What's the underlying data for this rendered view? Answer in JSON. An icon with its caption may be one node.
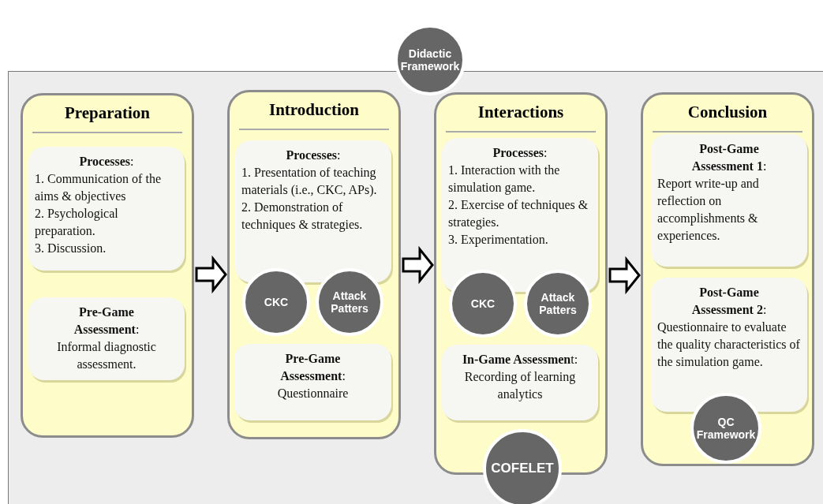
{
  "diagram": {
    "nodes": [
      {
        "text": [
          "Didactic Framework"
        ]
      },
      {
        "text": [
          "Preparation"
        ]
      },
      {
        "text": [
          "**Processes**:",
          "1. Communication of the aims & objectives",
          "2. Psychological preparation.",
          "3. Discussion."
        ],
        "in": 1
      },
      {
        "text": [
          "**Pre-Game Assessment**:",
          "Informal diagnostic assessment."
        ],
        "in": 1
      },
      {
        "text": [
          "Introduction"
        ]
      },
      {
        "text": [
          "**Processes**:",
          "1. Presentation of teaching materials (i.e., CKC, APs).",
          "2. Demonstration of techniques & strategies."
        ],
        "in": 4
      },
      {
        "text": [
          "CKC"
        ],
        "in": 4
      },
      {
        "text": [
          "Attack Patters"
        ],
        "in": 4
      },
      {
        "text": [
          "**Pre-Game Assessment**:",
          "Questionnaire"
        ],
        "in": 4
      },
      {
        "text": [
          "Interactions"
        ]
      },
      {
        "text": [
          "**Processes**:",
          "1. Interaction with the simulation game.",
          "2. Exercise of techniques & strategies.",
          "3. Experimentation."
        ],
        "in": 9
      },
      {
        "text": [
          "CKC"
        ],
        "in": 9
      },
      {
        "text": [
          "Attack Patters"
        ],
        "in": 9
      },
      {
        "text": [
          "**In-Game Assessmen**t:",
          "Recording of learning analytics"
        ],
        "in": 9
      },
      {
        "text": [
          "COFELET"
        ]
      },
      {
        "text": [
          "Conclusion"
        ]
      },
      {
        "text": [
          "**Post-Game Assessment 1**:",
          "Report write-up and reflection on accomplishments & experiences."
        ],
        "in": 15
      },
      {
        "text": [
          "**Post-Game Assessment 2**:",
          "Questionnaire to evaluate the quality characteristics of the simulation game."
        ],
        "in": 15
      },
      {
        "text": [
          "QC Framework"
        ],
        "in": 15
      }
    ],
    "edges": [
      {
        "from": 1,
        "to": 4,
        "arrow": "to"
      },
      {
        "from": 4,
        "to": 9,
        "arrow": "to"
      },
      {
        "from": 9,
        "to": 15,
        "arrow": "to"
      }
    ]
  }
}
